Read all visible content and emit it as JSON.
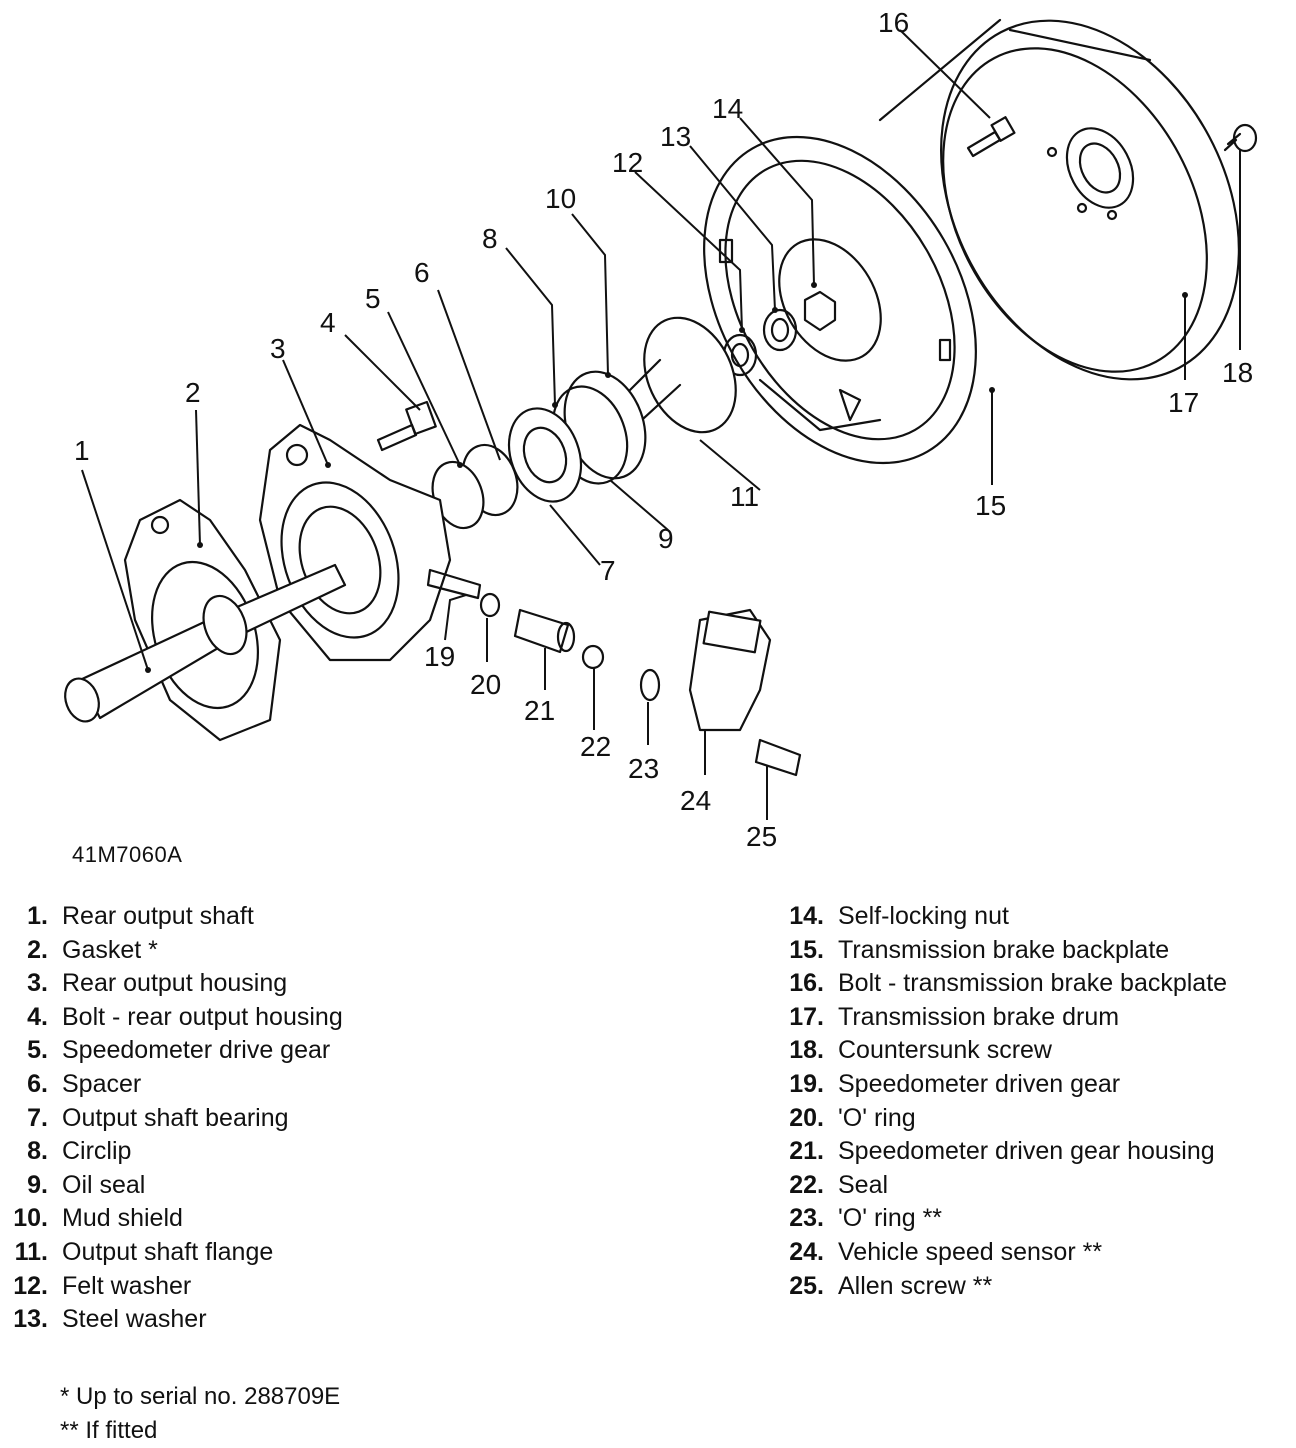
{
  "figure_code": "41M7060A",
  "callouts": [
    "1",
    "2",
    "3",
    "4",
    "5",
    "6",
    "7",
    "8",
    "9",
    "10",
    "11",
    "12",
    "13",
    "14",
    "15",
    "16",
    "17",
    "18",
    "19",
    "20",
    "21",
    "22",
    "23",
    "24",
    "25"
  ],
  "legend_left": [
    {
      "num": "1.",
      "label": "Rear output shaft"
    },
    {
      "num": "2.",
      "label": "Gasket *"
    },
    {
      "num": "3.",
      "label": "Rear output housing"
    },
    {
      "num": "4.",
      "label": "Bolt - rear output housing"
    },
    {
      "num": "5.",
      "label": "Speedometer drive gear"
    },
    {
      "num": "6.",
      "label": "Spacer"
    },
    {
      "num": "7.",
      "label": "Output shaft bearing"
    },
    {
      "num": "8.",
      "label": "Circlip"
    },
    {
      "num": "9.",
      "label": "Oil seal"
    },
    {
      "num": "10.",
      "label": "Mud shield"
    },
    {
      "num": "11.",
      "label": "Output shaft flange"
    },
    {
      "num": "12.",
      "label": "Felt washer"
    },
    {
      "num": "13.",
      "label": "Steel washer"
    }
  ],
  "legend_right": [
    {
      "num": "14.",
      "label": "Self-locking nut"
    },
    {
      "num": "15.",
      "label": "Transmission brake backplate"
    },
    {
      "num": "16.",
      "label": "Bolt - transmission brake backplate"
    },
    {
      "num": "17.",
      "label": "Transmission brake drum"
    },
    {
      "num": "18.",
      "label": "Countersunk screw"
    },
    {
      "num": "19.",
      "label": "Speedometer driven gear"
    },
    {
      "num": "20.",
      "label": "'O' ring"
    },
    {
      "num": "21.",
      "label": "Speedometer driven gear housing"
    },
    {
      "num": "22.",
      "label": "Seal"
    },
    {
      "num": "23.",
      "label": "'O' ring **"
    },
    {
      "num": "24.",
      "label": "Vehicle speed sensor **"
    },
    {
      "num": "25.",
      "label": "Allen screw **"
    }
  ],
  "notes": [
    "* Up to serial no. 288709E",
    "** If fitted"
  ]
}
